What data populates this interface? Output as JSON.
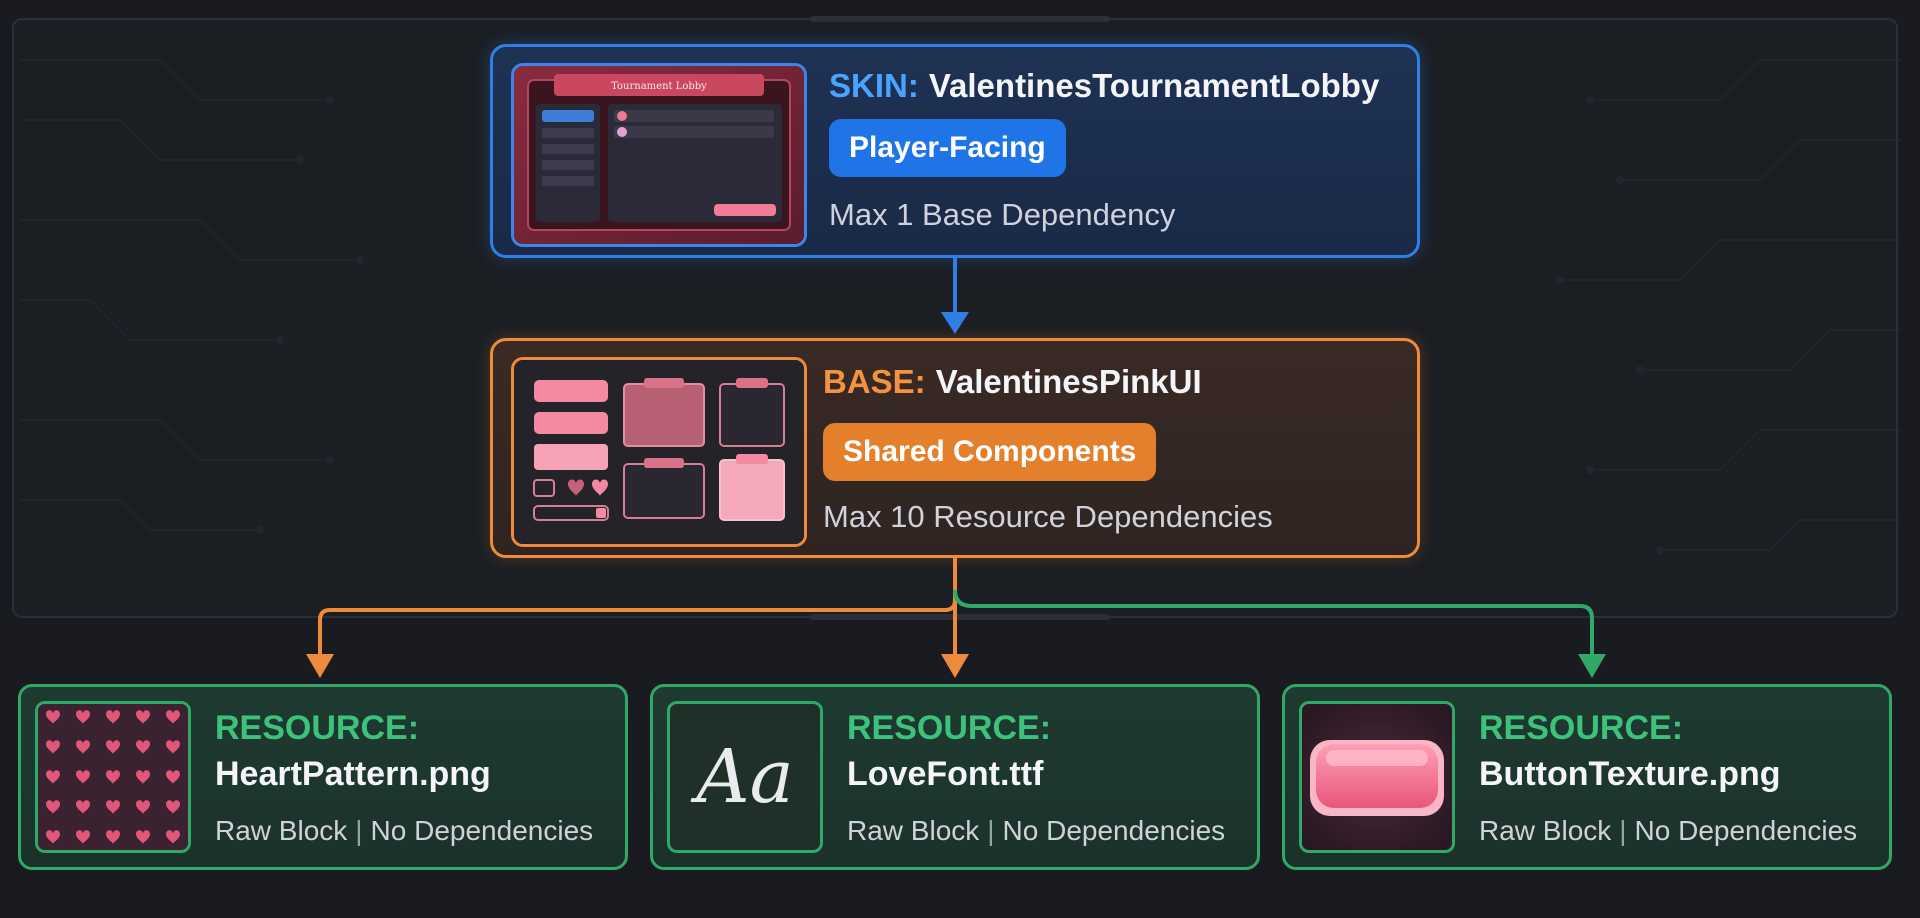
{
  "colors": {
    "skin_accent": "#2f7fe6",
    "base_accent": "#ef8a3a",
    "resource_accent": "#2fa868",
    "background": "#1a1b20"
  },
  "skin": {
    "kind_label": "SKIN:",
    "name": "ValentinesTournamentLobby",
    "tag": "Player-Facing",
    "note": "Max 1 Base Dependency",
    "thumbnail_icon": "lobby-screen-preview-icon",
    "thumbnail_title": "Tournament Lobby"
  },
  "base": {
    "kind_label": "BASE:",
    "name": "ValentinesPinkUI",
    "tag": "Shared Components",
    "note": "Max 10 Resource Dependencies",
    "thumbnail_icon": "ui-components-kit-icon"
  },
  "resources": [
    {
      "kind_label": "RESOURCE:",
      "name": "HeartPattern.png",
      "type_label": "Raw Block",
      "dependency_label": "No Dependencies",
      "thumbnail_icon": "heart-pattern-icon"
    },
    {
      "kind_label": "RESOURCE:",
      "name": "LoveFont.ttf",
      "type_label": "Raw Block",
      "dependency_label": "No Dependencies",
      "thumbnail_icon": "font-glyph-icon",
      "glyph": "Aa"
    },
    {
      "kind_label": "RESOURCE:",
      "name": "ButtonTexture.png",
      "type_label": "Raw Block",
      "dependency_label": "No Dependencies",
      "thumbnail_icon": "button-texture-icon"
    }
  ],
  "edges": [
    {
      "from": "skin",
      "to": "base",
      "color": "#2f7fe6"
    },
    {
      "from": "base",
      "to": "resource-1",
      "color": "#ef8a3a"
    },
    {
      "from": "base",
      "to": "resource-2",
      "color": "#ef8a3a"
    },
    {
      "from": "base",
      "to": "resource-3",
      "color": "#2fa868"
    }
  ]
}
